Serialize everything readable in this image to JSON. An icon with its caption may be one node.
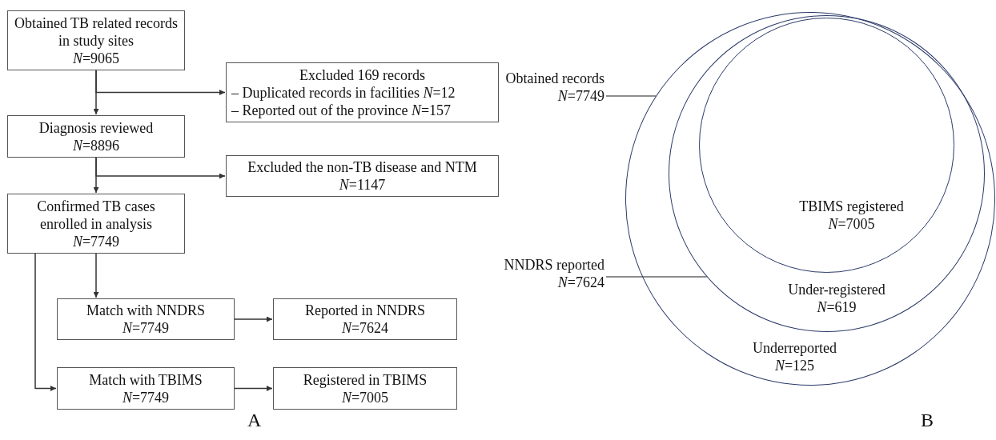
{
  "diagram": {
    "nodes": [
      {
        "text": [
          "Obtained TB related records in study sites",
          "*N*=9065"
        ]
      },
      {
        "text": [
          "Excluded 169 records",
          "– Duplicated records in facilities *N*=12",
          "– Reported out of the province *N*=157"
        ]
      },
      {
        "text": [
          "Diagnosis reviewed",
          "*N*=8896"
        ]
      },
      {
        "text": [
          "Excluded the non-TB disease and NTM",
          "*N*=1147"
        ]
      },
      {
        "text": [
          "Confirmed TB cases enrolled in analysis",
          "*N*=7749"
        ]
      },
      {
        "text": [
          "Match with NNDRS",
          "*N*=7749"
        ]
      },
      {
        "text": [
          "Reported in NNDRS",
          "*N*=7624"
        ]
      },
      {
        "text": [
          "Match with TBIMS",
          "*N*=7749"
        ]
      },
      {
        "text": [
          "Registered in TBIMS",
          "*N*=7005"
        ]
      },
      {
        "text": [
          "Obtained records",
          "*N*=7749"
        ]
      },
      {
        "text": [
          "Underreported",
          "*N*=125"
        ]
      },
      {
        "text": [
          "NNDRS reported",
          "*N*=7624"
        ]
      },
      {
        "text": [
          "Under-registered",
          "*N*=619"
        ],
        "in": 10
      },
      {
        "text": [
          "TBIMS registered",
          "*N*=7005"
        ],
        "in": 12
      }
    ],
    "edges": [
      {
        "from": 0,
        "to": 1,
        "arrow": "to"
      },
      {
        "from": 0,
        "to": 2,
        "arrow": "to"
      },
      {
        "from": 2,
        "to": 3,
        "arrow": "to"
      },
      {
        "from": 2,
        "to": 4,
        "arrow": "to"
      },
      {
        "from": 4,
        "to": 5,
        "arrow": "to"
      },
      {
        "from": 4,
        "to": 7,
        "arrow": "to"
      },
      {
        "from": 5,
        "to": 6,
        "arrow": "to"
      },
      {
        "from": 7,
        "to": 8,
        "arrow": "to"
      },
      {
        "from": 9,
        "to": 10,
        "arrow": "none",
        "color": "#666666"
      },
      {
        "from": 11,
        "to": 12,
        "arrow": "none",
        "color": "#666666"
      }
    ],
    "labels": [
      "A",
      "B"
    ]
  }
}
